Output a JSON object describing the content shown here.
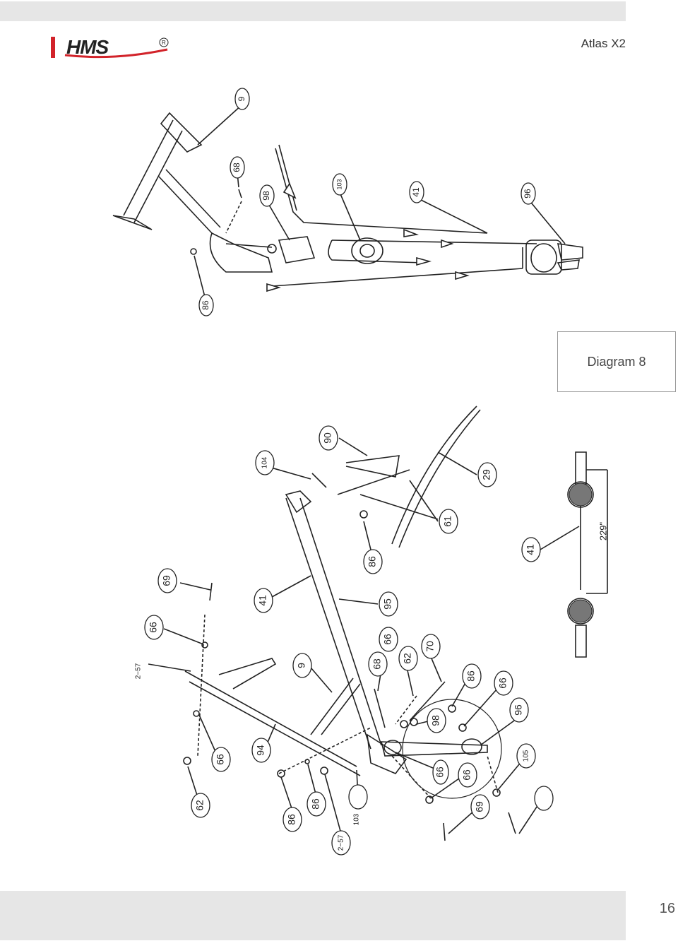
{
  "header": {
    "brand": "HMS",
    "model": "Atlas X2"
  },
  "diagram": {
    "title": "Diagram 8",
    "top_callouts": [
      "9",
      "68",
      "98",
      "103",
      "41",
      "96",
      "86"
    ],
    "bottom_callouts": [
      "104",
      "90",
      "29",
      "61",
      "86",
      "41",
      "95",
      "69",
      "66",
      "2−57",
      "9",
      "66",
      "68",
      "62",
      "70",
      "86",
      "66",
      "98",
      "96",
      "94",
      "66",
      "62",
      "86",
      "86",
      "2−57",
      "103",
      "66",
      "66",
      "69",
      "105"
    ],
    "cable_callout": "41",
    "cable_length": "229\""
  },
  "footer": {
    "page_number": "16"
  },
  "colors": {
    "accent_red": "#d2232a",
    "band_gray": "#e6e6e6",
    "line": "#222222"
  }
}
